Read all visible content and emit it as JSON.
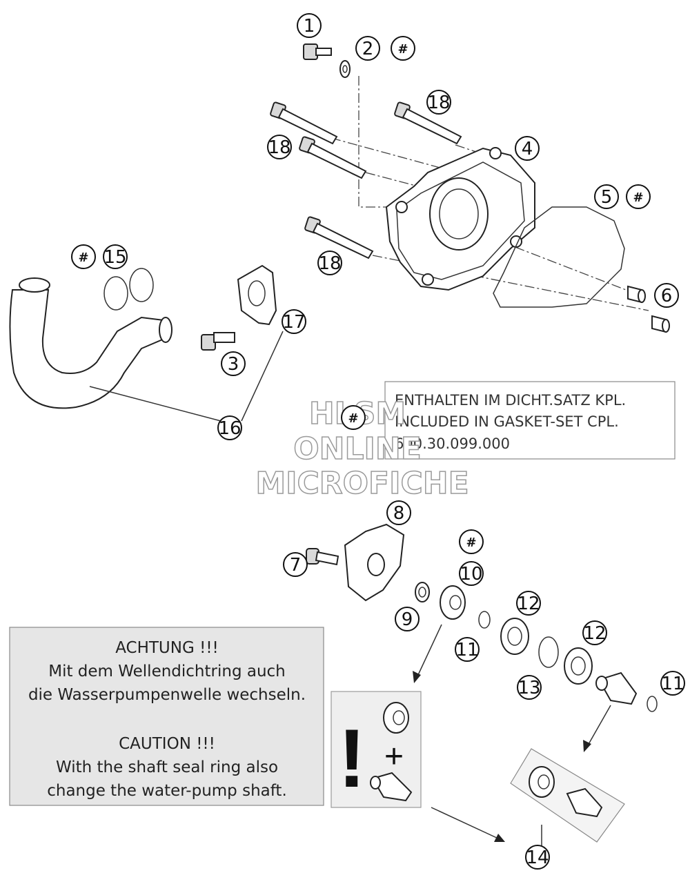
{
  "callouts": [
    "1",
    "2",
    "3",
    "4",
    "5",
    "6",
    "7",
    "8",
    "9",
    "10",
    "11",
    "11",
    "12",
    "12",
    "13",
    "14",
    "15",
    "16",
    "17",
    "18",
    "18",
    "18"
  ],
  "hash_symbol": "#",
  "gasket_box": {
    "line1": "ENTHALTEN IM DICHT.SATZ KPL.",
    "line2": "INCLUDED IN GASKET-SET CPL.",
    "line3": "600.30.099.000"
  },
  "caution_box": {
    "de_title": "ACHTUNG !!!",
    "de_line1": "Mit dem Wellendichtring auch",
    "de_line2": "die Wasserpumpenwelle wechseln.",
    "en_title": "CAUTION !!!",
    "en_line1": "With the shaft seal ring also",
    "en_line2": "change the water-pump shaft."
  },
  "warning_panel": {
    "exclamation": "!",
    "plus": "+"
  },
  "watermark": {
    "line1": "HLSM",
    "line2": "ONLINE",
    "line3": "MICROFICHE"
  }
}
